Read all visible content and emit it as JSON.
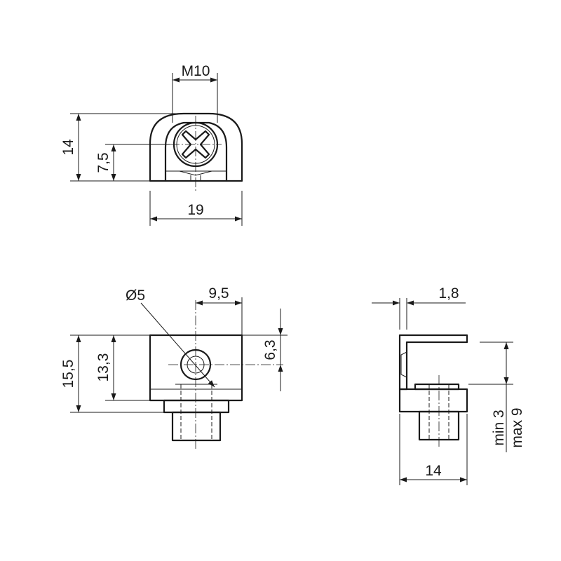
{
  "views": {
    "top": {
      "thread_label": "M10",
      "height_label": "14",
      "center_height_label": "7,5",
      "width_label": "19"
    },
    "front": {
      "hole_label": "Ø5",
      "hole_offset_label": "9,5",
      "height_label": "15,5",
      "inner_height_label": "13,3",
      "hole_height_label": "6,3"
    },
    "side": {
      "thickness_label": "1,8",
      "width_label": "14",
      "range_min_label": "min 3",
      "range_max_label": "max 9"
    }
  }
}
